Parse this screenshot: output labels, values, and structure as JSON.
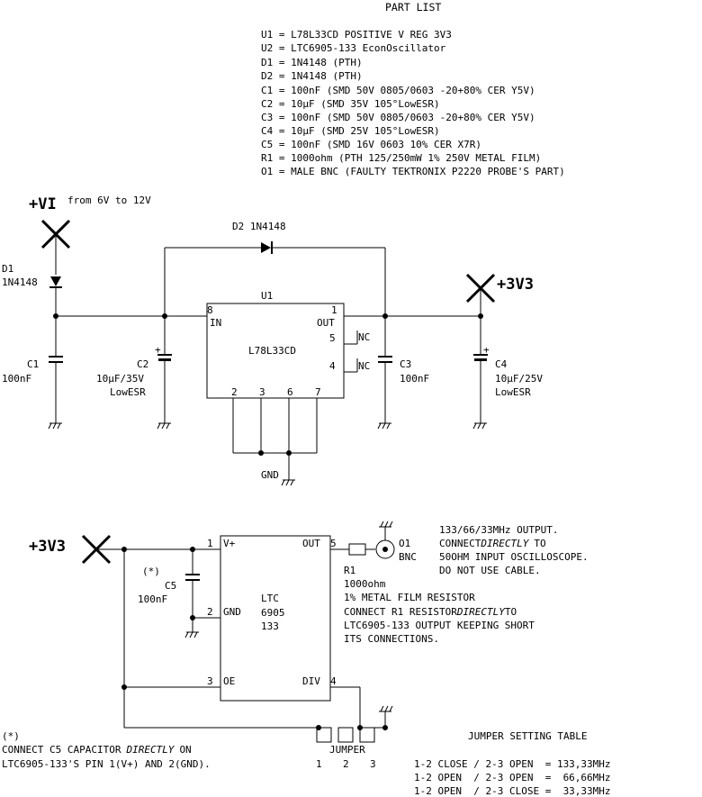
{
  "part_list": {
    "title": "PART LIST",
    "items": [
      "U1 = L78L33CD POSITIVE V REG 3V3",
      "U2 = LTC6905-133 EconOscillator",
      "D1 = 1N4148 (PTH)",
      "D2 = 1N4148 (PTH)",
      "C1 = 100nF (SMD 50V 0805/0603 -20+80% CER Y5V)",
      "C2 = 10µF (SMD 35V 105°LowESR)",
      "C3 = 100nF (SMD 50V 0805/0603 -20+80% CER Y5V)",
      "C4 = 10µF (SMD 25V 105°LowESR)",
      "C5 = 100nF (SMD 16V 0603 10% CER X7R)",
      "R1 = 1000ohm (PTH 125/250mW 1% 250V METAL FILM)",
      "O1 = MALE BNC (FAULTY TEKTRONIX P2220 PROBE'S PART)"
    ]
  },
  "regulator": {
    "vin_label": "+VI",
    "vin_range": "from 6V to 12V",
    "d1_ref": "D1",
    "d1_val": "1N4148",
    "d2_label": "D2 1N4148",
    "c1_ref": "C1",
    "c1_val": "100nF",
    "c2_ref": "C2",
    "c2_val": "10µF/35V",
    "c2_note": "LowESR",
    "c3_ref": "C3",
    "c3_val": "100nF",
    "c4_ref": "C4",
    "c4_val": "10µF/25V",
    "c4_note": "LowESR",
    "out_label": "+3V3",
    "u1_ref": "U1",
    "u1_part": "L78L33CD",
    "pin_in_num": "8",
    "pin_in_name": "IN",
    "pin_out_num": "1",
    "pin_out_name": "OUT",
    "pin5": "5",
    "pin4": "4",
    "nc": "NC",
    "pins_bottom": [
      "2",
      "3",
      "6",
      "7"
    ],
    "gnd": "GND"
  },
  "oscillator": {
    "vin_label": "+3V3",
    "c5_note": "(*)",
    "c5_ref": "C5",
    "c5_val": "100nF",
    "chip_lines": [
      "LTC",
      "6905",
      "133"
    ],
    "pin1_num": "1",
    "pin1_name": "V+",
    "pin2_num": "2",
    "pin2_name": "GND",
    "pin3_num": "3",
    "pin3_name": "OE",
    "pin5_num": "5",
    "pin5_name": "OUT",
    "pin4_num": "4",
    "pin4_name": "DIV",
    "o1_ref": "O1",
    "o1_type": "BNC",
    "r1_ref": "R1",
    "r1_val": "1000ohm",
    "r1_desc": "1% METAL FILM RESISTOR",
    "r1_note_a": "CONNECT R1 RESISTOR",
    "r1_note_em": "DIRECTLY",
    "r1_note_b": "TO",
    "r1_note_2": "LTC6905-133 OUTPUT KEEPING SHORT",
    "r1_note_3": "ITS CONNECTIONS.",
    "out_note_1": "133/66/33MHz OUTPUT.",
    "out_note_2a": "CONNECT",
    "out_note_2em": "DIRECTLY",
    "out_note_2b": "TO",
    "out_note_3": "50OHM INPUT OSCILLOSCOPE.",
    "out_note_4": "DO NOT USE CABLE.",
    "jumper_label": "JUMPER",
    "jumper_pins": [
      "1",
      "2",
      "3"
    ]
  },
  "footnote": {
    "mark": "(*)",
    "line1_a": "CONNECT C5 CAPACITOR",
    "line1_em": "DIRECTLY",
    "line1_b": "ON",
    "line2": "LTC6905-133'S PIN 1(V+) AND 2(GND)."
  },
  "jumper_table": {
    "title": "JUMPER SETTING TABLE",
    "rows": [
      "1-2 CLOSE / 2-3 OPEN  = 133,33MHz",
      "1-2 OPEN  / 2-3 OPEN  =  66,66MHz",
      "1-2 OPEN  / 2-3 CLOSE =  33,33MHz"
    ]
  }
}
